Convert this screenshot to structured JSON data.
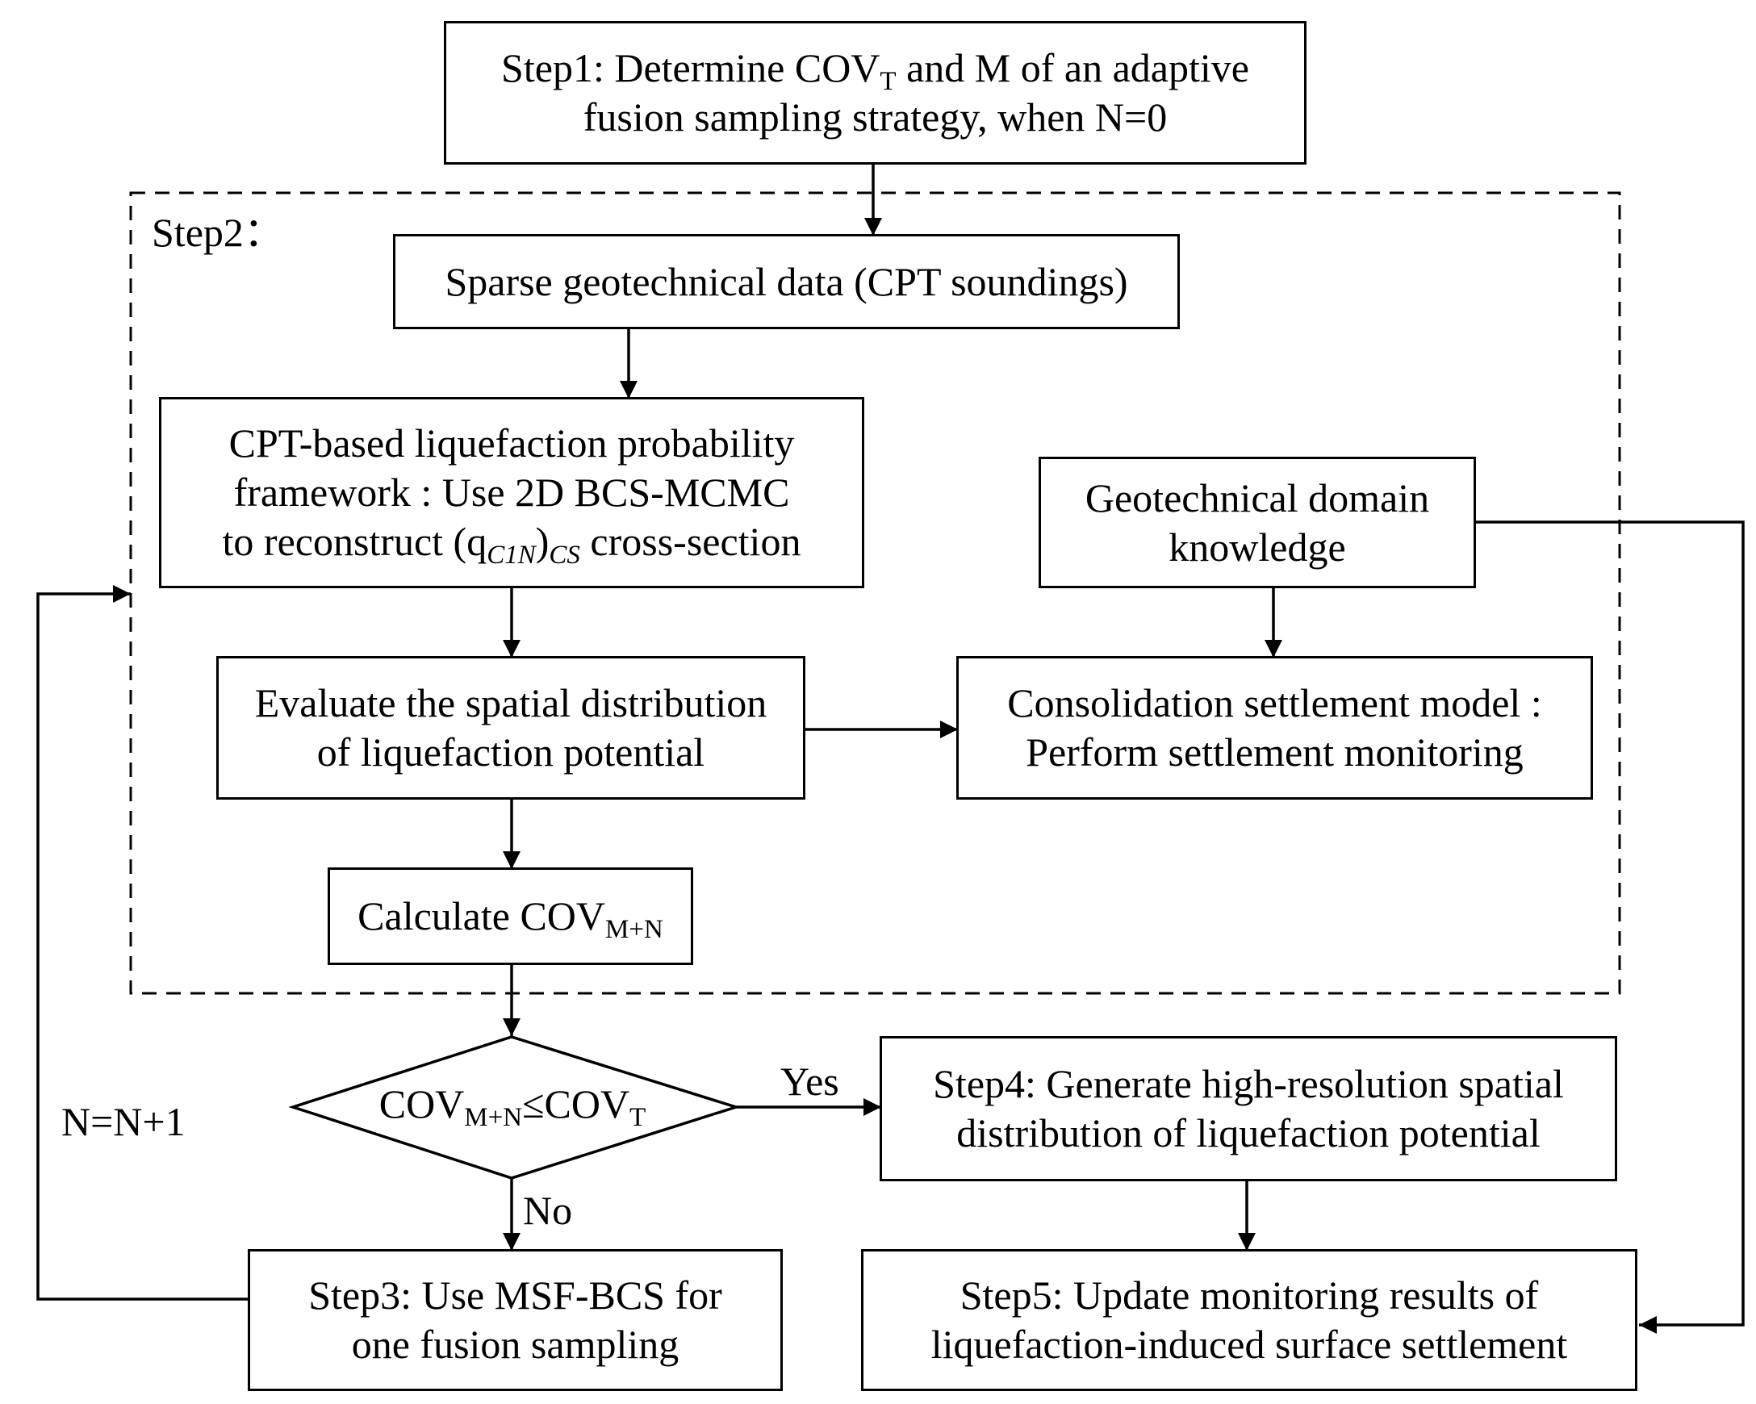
{
  "step1": {
    "line1_prefix": "Step1: Determine COV",
    "line1_sub": "T",
    "line1_suffix": " and M of an adaptive",
    "line2": "fusion sampling strategy, when N=0"
  },
  "step2_label": "Step2：",
  "sparse_data": "Sparse geotechnical data (CPT soundings)",
  "cpt_framework": {
    "line1": "CPT-based liquefaction probability",
    "line2": "framework : Use 2D BCS-MCMC",
    "line3_prefix": "to reconstruct (q",
    "line3_sub1": "C1N",
    "line3_mid": ")",
    "line3_sub2": "CS",
    "line3_suffix": " cross-section"
  },
  "domain_knowledge": {
    "line1": "Geotechnical domain",
    "line2": "knowledge"
  },
  "evaluate": {
    "line1": "Evaluate the spatial distribution",
    "line2": "of liquefaction potential"
  },
  "consolidation": {
    "line1": "Consolidation settlement model :",
    "line2": "Perform settlement monitoring"
  },
  "calculate": {
    "prefix": "Calculate COV",
    "sub": "M+N"
  },
  "decision": {
    "part1": "COV",
    "sub1": "M+N",
    "part2": "≤COV",
    "sub2": "T"
  },
  "yes_label": "Yes",
  "no_label": "No",
  "loop_label": "N=N+1",
  "step4": {
    "line1": "Step4: Generate high-resolution spatial",
    "line2": "distribution of liquefaction potential"
  },
  "step3": {
    "line1": "Step3: Use MSF-BCS for",
    "line2": "one fusion sampling"
  },
  "step5": {
    "line1": "Step5: Update monitoring results of",
    "line2": "liquefaction-induced surface settlement"
  }
}
